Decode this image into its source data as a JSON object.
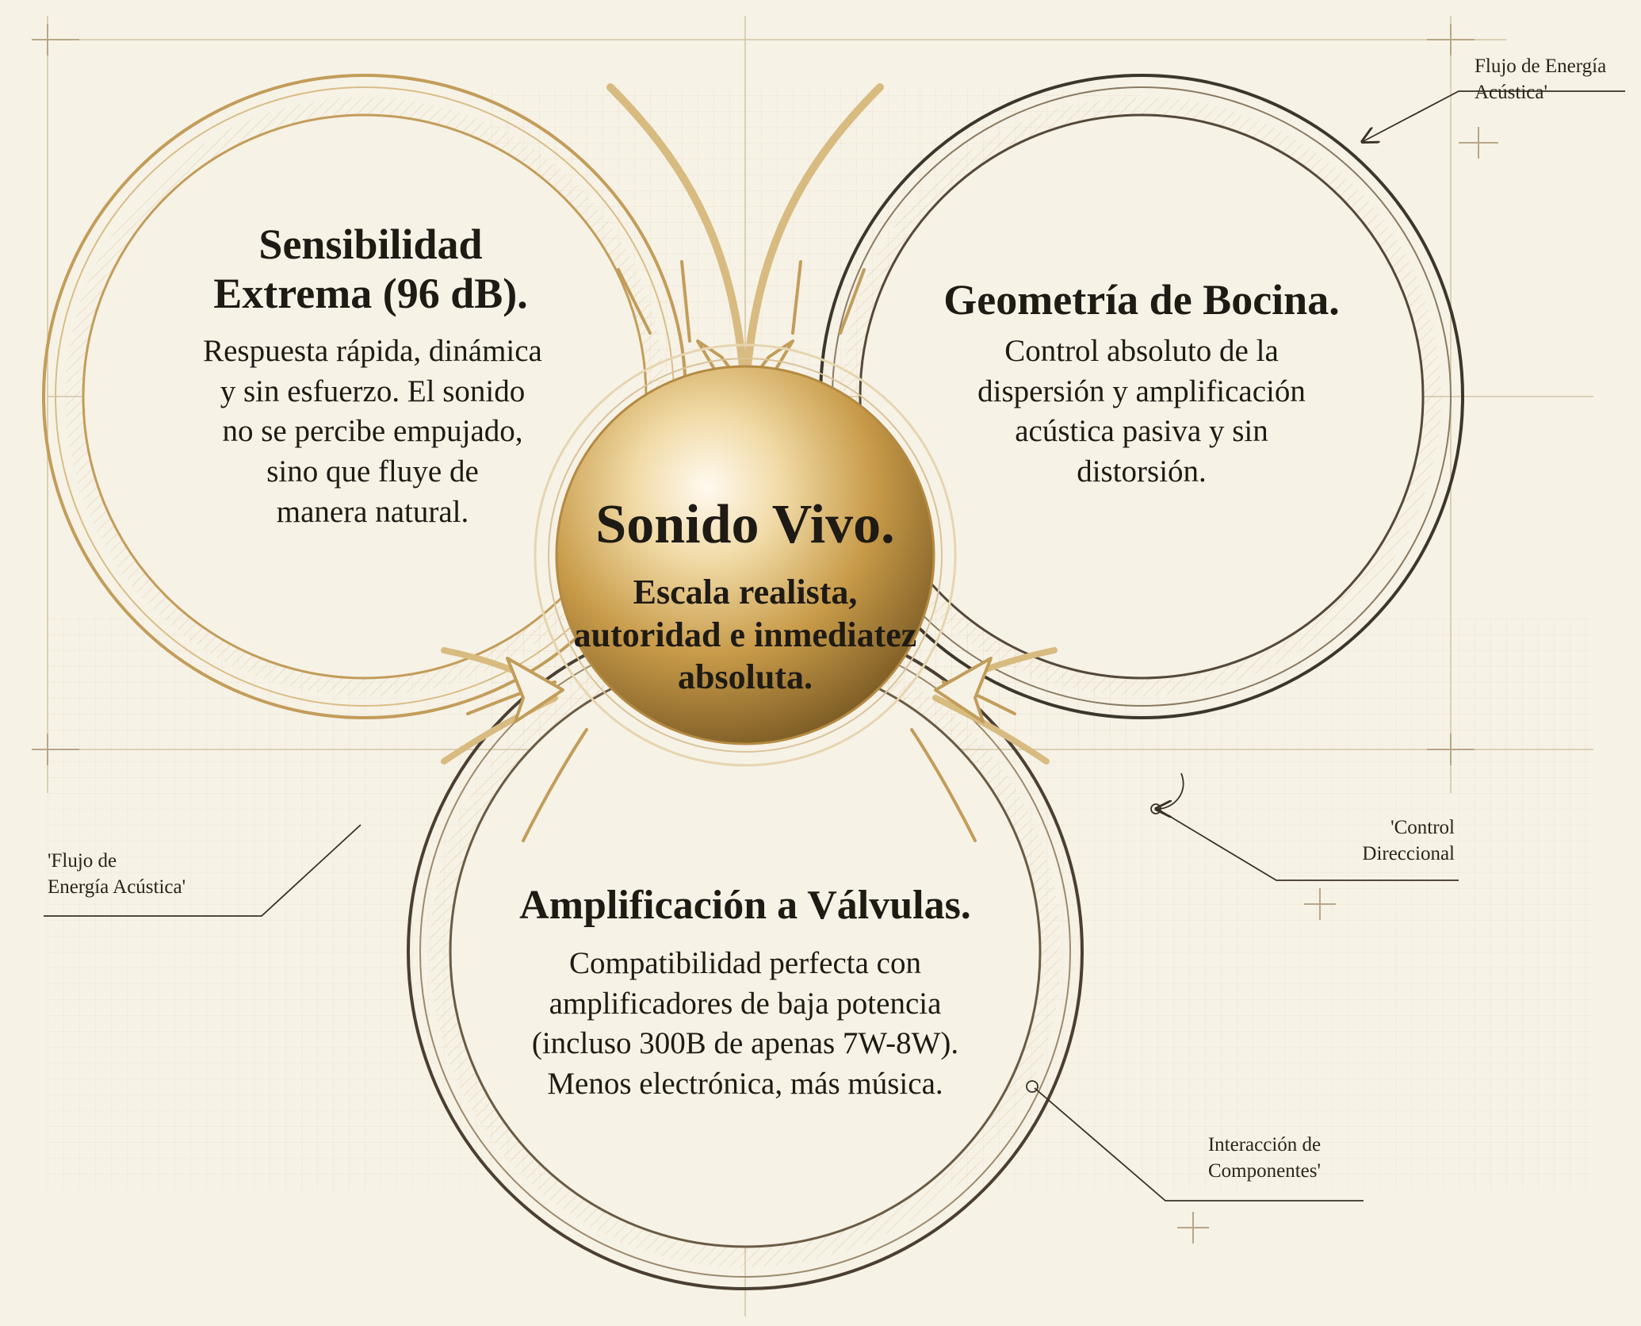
{
  "center": {
    "title": "Sonido Vivo.",
    "lines": [
      "Escala realista,",
      "autoridad e inmediatez",
      "absoluta."
    ]
  },
  "nodes": {
    "left": {
      "title_lines": [
        "Sensibilidad",
        "Extrema (96 dB)."
      ],
      "lines": [
        "Respuesta rápida, dinámica",
        "y sin esfuerzo. El sonido",
        "no se percibe empujado,",
        "sino que fluye de",
        "manera natural."
      ]
    },
    "right": {
      "title": "Geometría de Bocina.",
      "lines": [
        "Control absoluto de la",
        "dispersión y amplificación",
        "acústica pasiva y sin",
        "distorsión."
      ]
    },
    "bottom": {
      "title": "Amplificación a Válvulas.",
      "lines": [
        "Compatibilidad perfecta con",
        "amplificadores de baja potencia",
        "(incluso 300B de apenas 7W-8W).",
        "Menos electrónica, más música."
      ]
    }
  },
  "annotations": {
    "top_right": [
      "Flujo de Energía",
      "Acústica'"
    ],
    "left": [
      "'Flujo de",
      "Energía Acústica'"
    ],
    "right": [
      "'Control",
      "Direccional"
    ],
    "bottom_right": [
      "Interacción de",
      "Componentes'"
    ]
  },
  "colors": {
    "background": "#f7f2e6",
    "gold": "#c29d5a",
    "gold_dark": "#8a6a34",
    "ink": "#1e1a14",
    "grid": "#e4d8c0"
  }
}
